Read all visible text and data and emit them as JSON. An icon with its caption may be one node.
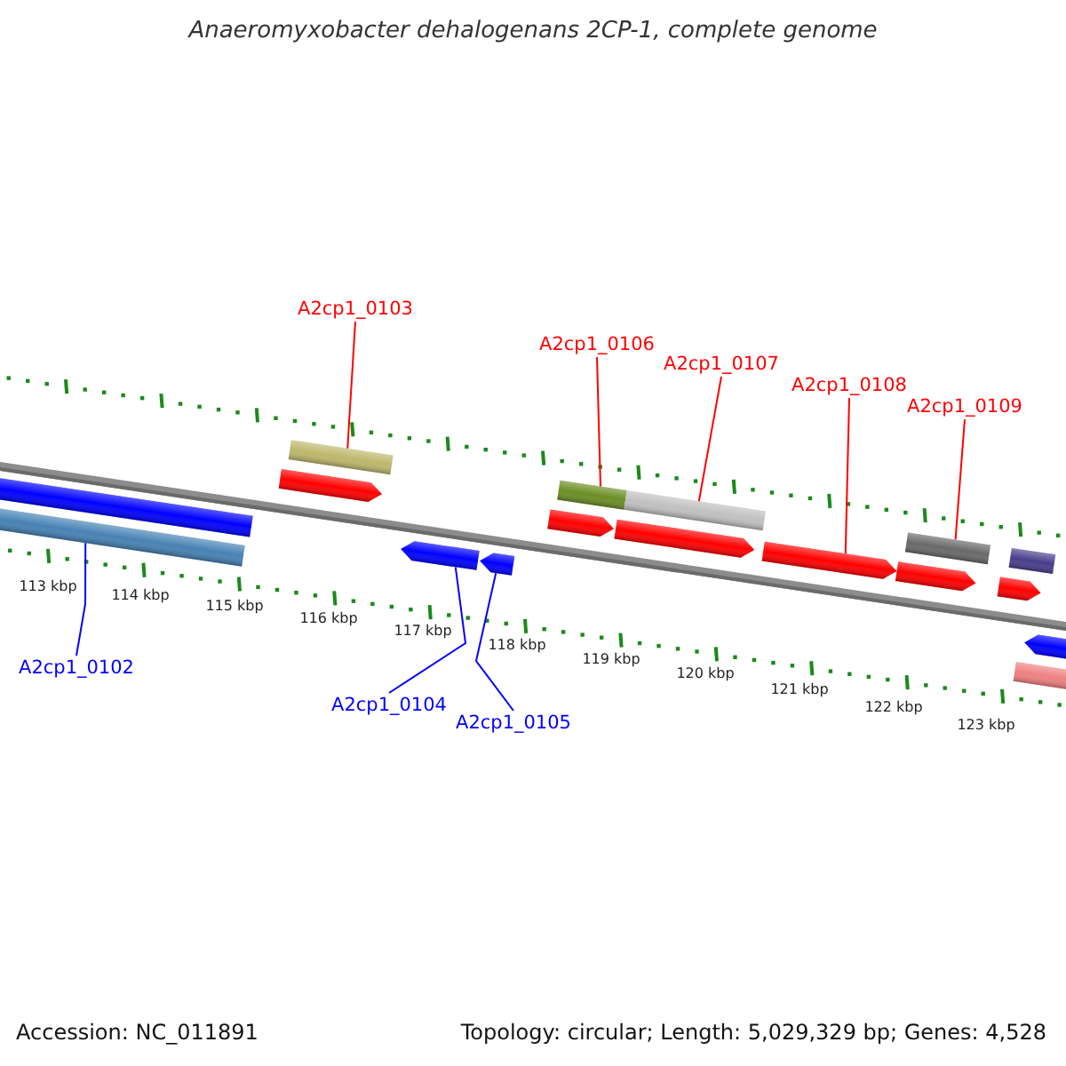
{
  "diagram": {
    "title": "Anaeromyxobacter dehalogenans 2CP-1, complete genome",
    "nodes": [
      {
        "text": [
          "A2cp1_0103"
        ]
      },
      {
        "text": [
          "A2cp1_0106"
        ]
      },
      {
        "text": [
          "A2cp1_0107"
        ]
      },
      {
        "text": [
          "A2cp1_0108"
        ]
      },
      {
        "text": [
          "A2cp1_0109"
        ]
      },
      {
        "text": [
          "A2cp1_0102"
        ]
      },
      {
        "text": [
          "A2cp1_0104"
        ]
      },
      {
        "text": [
          "A2cp1_0105"
        ]
      },
      {
        "text": [],
        "shape": "bar"
      },
      {
        "text": [],
        "shape": "bar"
      },
      {
        "text": [],
        "shape": "bar"
      },
      {
        "text": [],
        "shape": "bar"
      },
      {
        "text": [],
        "shape": "bar"
      },
      {
        "text": [],
        "shape": "bar"
      },
      {
        "text": [],
        "shape": "bar"
      },
      {
        "text": [],
        "shape": "bar"
      }
    ],
    "edges": [
      {
        "from": 0,
        "to": 9,
        "arrow": "none"
      },
      {
        "from": 1,
        "to": 12,
        "arrow": "none"
      },
      {
        "from": 2,
        "to": 13,
        "arrow": "none"
      },
      {
        "from": 3,
        "to": 14,
        "arrow": "none"
      },
      {
        "from": 4,
        "to": 15,
        "arrow": "none"
      },
      {
        "from": 5,
        "to": 8,
        "arrow": "none",
        "color": "#0000ff"
      },
      {
        "from": 6,
        "to": 10,
        "arrow": "none",
        "color": "#0000ff"
      },
      {
        "from": 7,
        "to": 11,
        "arrow": "none",
        "color": "#0000ff"
      }
    ],
    "labels": [
      "113 kbp",
      "114 kbp",
      "115 kbp",
      "116 kbp",
      "117 kbp",
      "118 kbp",
      "119 kbp",
      "120 kbp",
      "121 kbp",
      "122 kbp",
      "123 kbp",
      "Accession: NC_011891",
      "Topology: circular; Length: 5,029,329 bp; Genes: 4,528"
    ]
  }
}
